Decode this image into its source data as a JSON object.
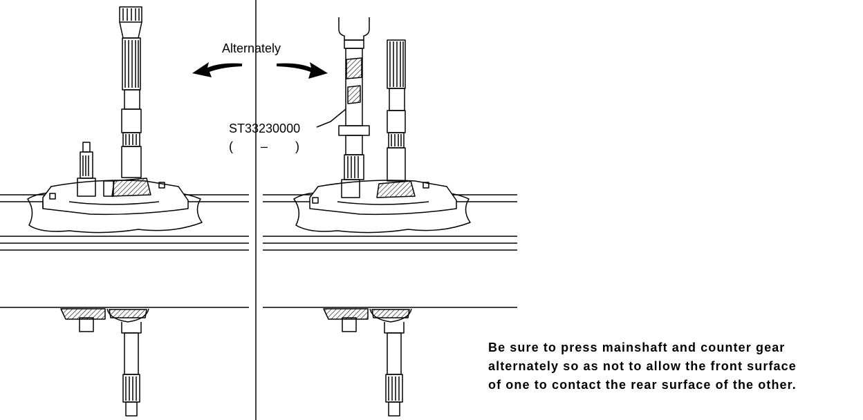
{
  "labels": {
    "alternately": "Alternately",
    "tool_number": "ST33230000",
    "tool_parens": "(        –        )"
  },
  "note": {
    "line1": "Be sure to press mainshaft and counter gear",
    "line2": "alternately so as not to allow the front surface",
    "line3": "of one to contact the rear surface of the other."
  },
  "colors": {
    "ink": "#000000",
    "paper": "#ffffff"
  }
}
